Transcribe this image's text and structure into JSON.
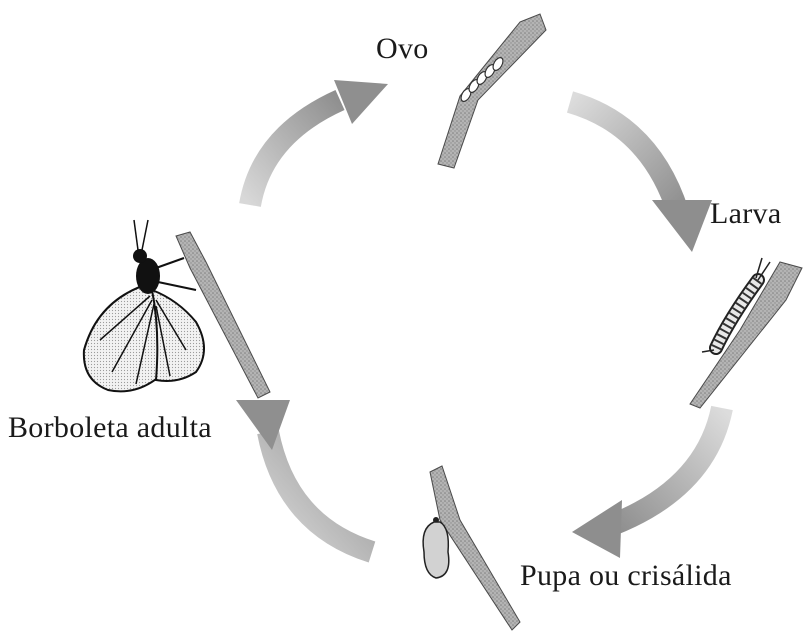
{
  "diagram": {
    "stages": [
      {
        "id": "egg",
        "label": "Ovo"
      },
      {
        "id": "larva",
        "label": "Larva"
      },
      {
        "id": "pupa",
        "label": "Pupa ou crisálida"
      },
      {
        "id": "adult",
        "label": "Borboleta adulta"
      }
    ],
    "colors": {
      "arrow": "#9b9b9b",
      "branch": "#8a8a8a",
      "ink": "#1a1a1a",
      "background": "#ffffff"
    }
  }
}
